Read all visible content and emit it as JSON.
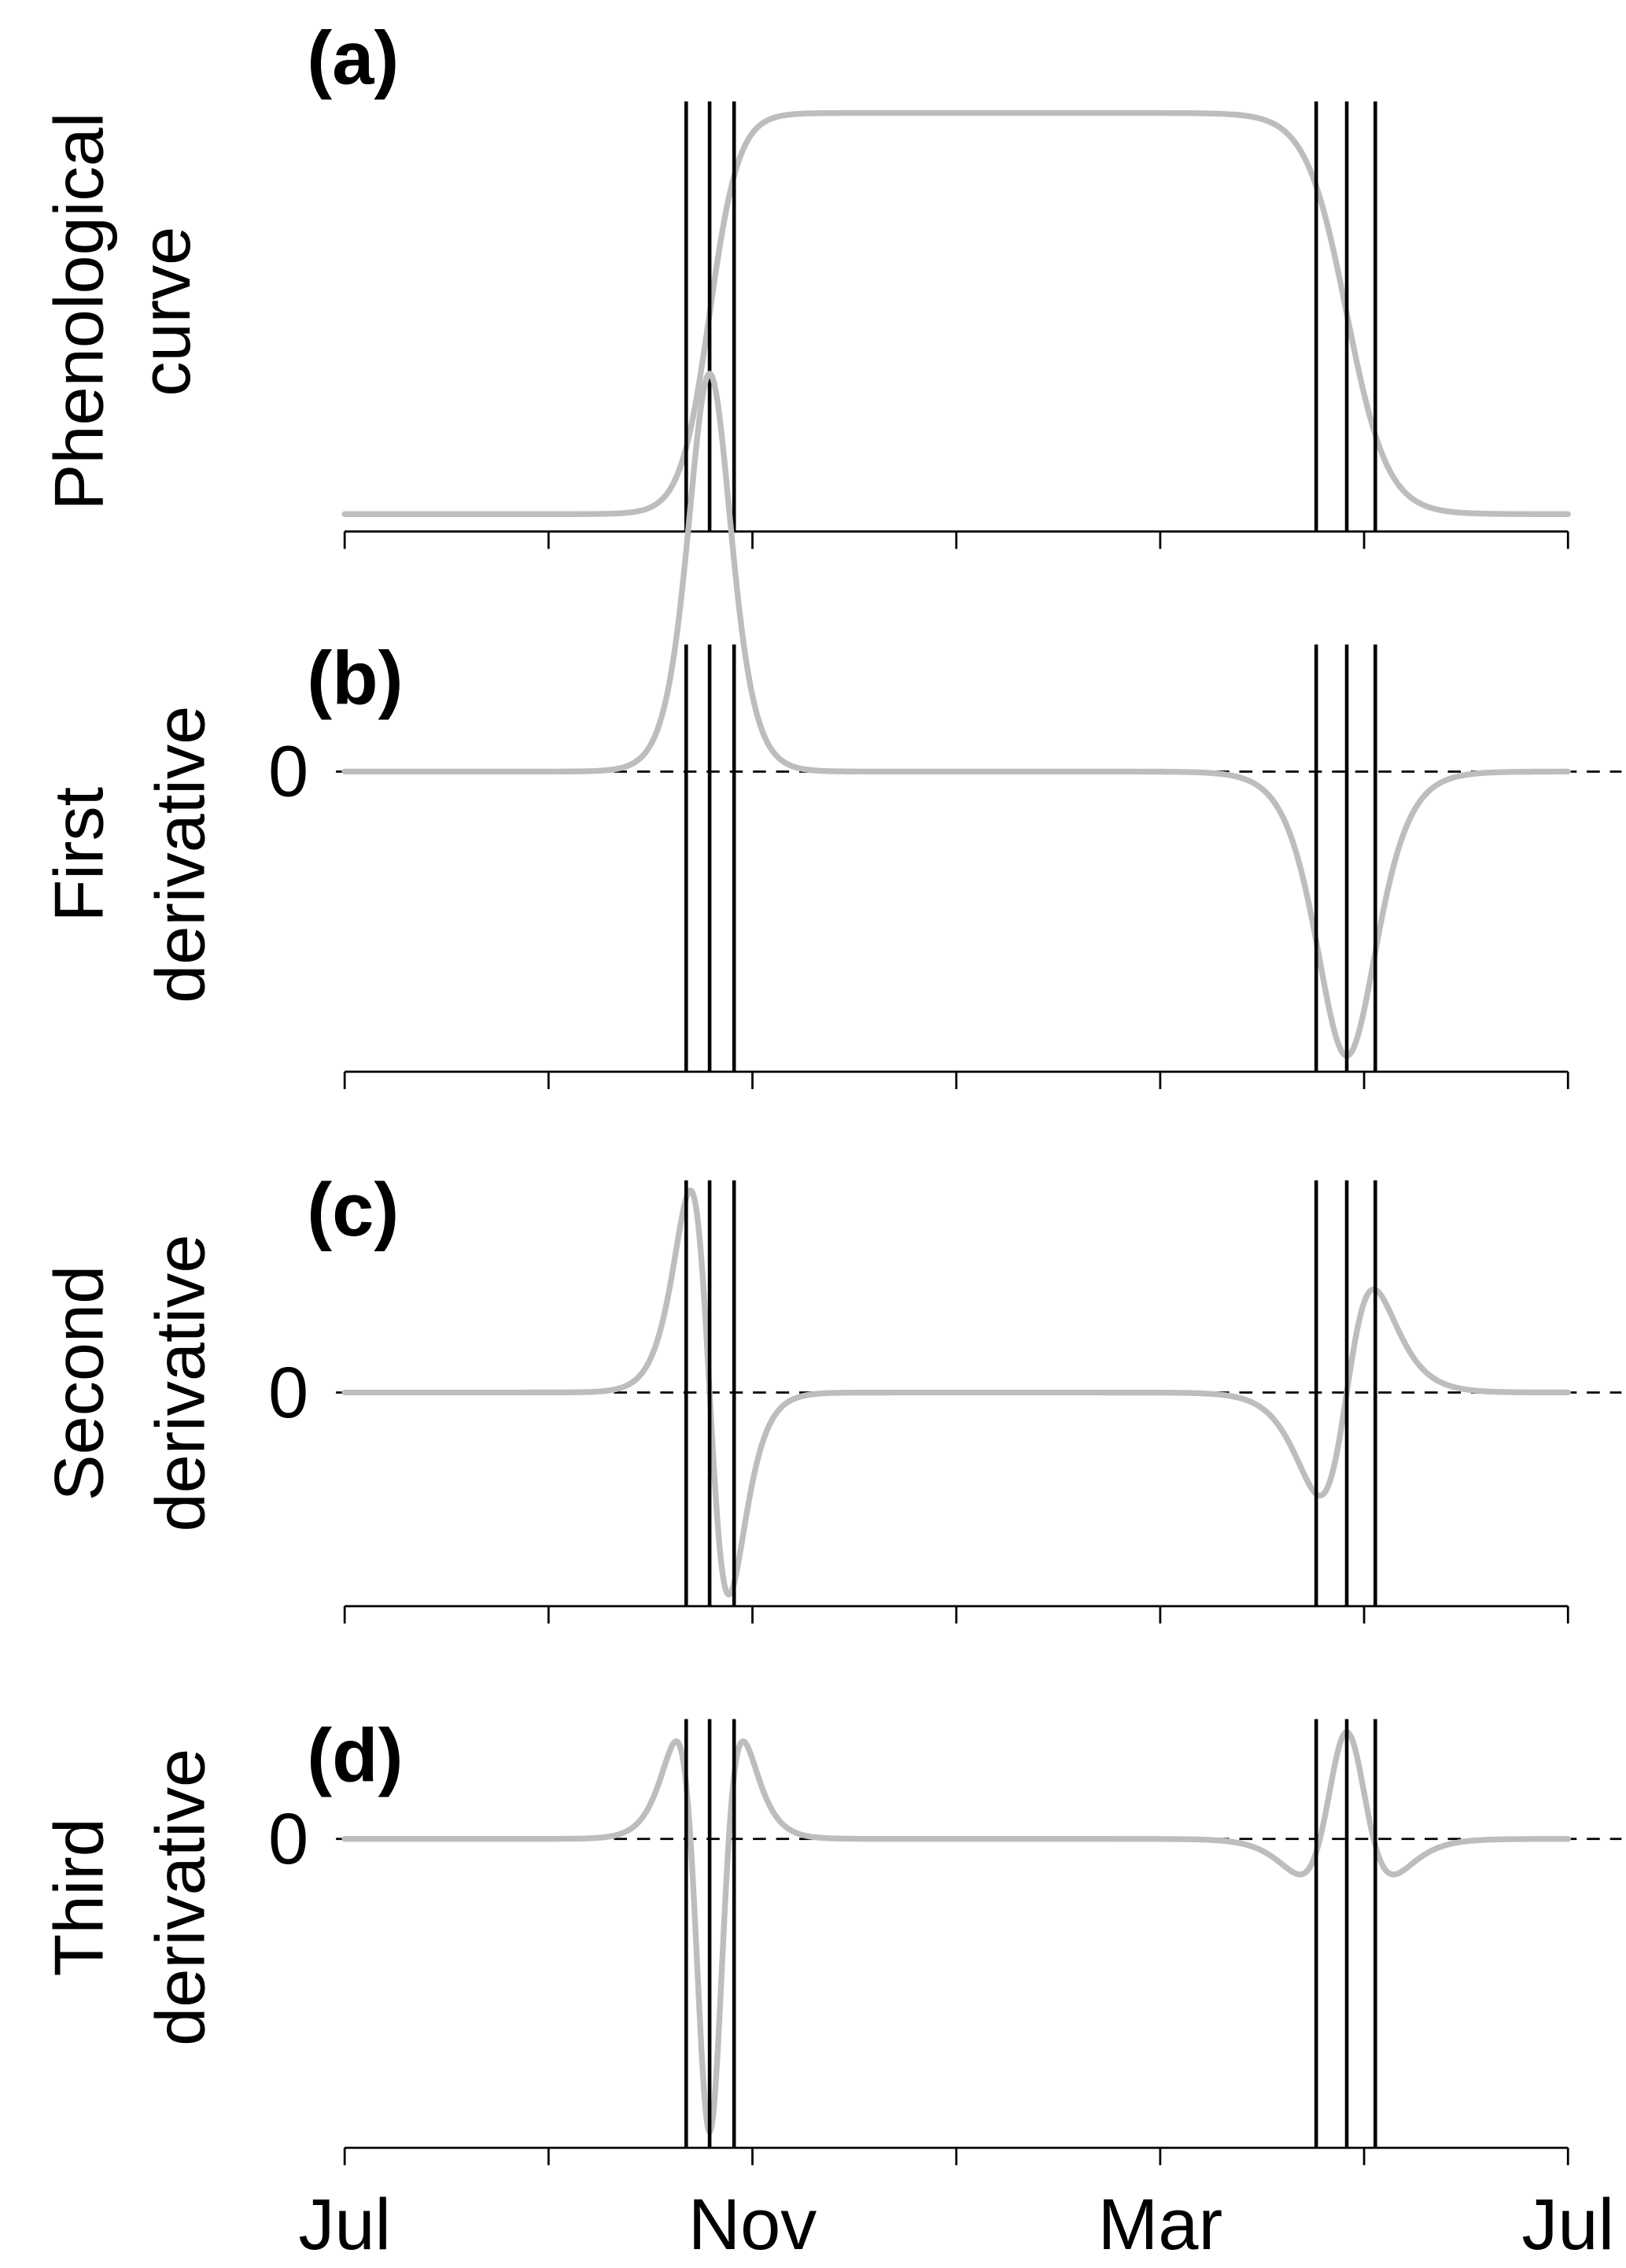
{
  "chart_data": {
    "type": "line",
    "xlabel": "",
    "x_range_months": [
      0,
      12
    ],
    "x_ticks_months": [
      0,
      2,
      4,
      6,
      8,
      10,
      12
    ],
    "x_tick_labels": [
      {
        "month": 0,
        "label": "Jul"
      },
      {
        "month": 4,
        "label": "Nov"
      },
      {
        "month": 8,
        "label": "Mar"
      },
      {
        "month": 12,
        "label": "Jul"
      }
    ],
    "model": {
      "kind": "double-logistic",
      "green_up_midpoint_month": 3.58,
      "green_up_rate": 7.0,
      "senescence_midpoint_month": 9.83,
      "senescence_rate": 5.0
    },
    "vertical_lines_months": [
      3.35,
      3.58,
      3.82,
      9.53,
      9.83,
      10.11
    ],
    "curve_color": "#bdbdbd",
    "line_color": "#000000",
    "panels": [
      {
        "letter": "(a)",
        "ylabel": [
          "Phenological",
          "curve"
        ],
        "derivative": 0,
        "zero_label": null
      },
      {
        "letter": "(b)",
        "ylabel": [
          "First",
          "derivative"
        ],
        "derivative": 1,
        "zero_label": "0"
      },
      {
        "letter": "(c)",
        "ylabel": [
          "Second",
          "derivative"
        ],
        "derivative": 2,
        "zero_label": "0"
      },
      {
        "letter": "(d)",
        "ylabel": [
          "Third",
          "derivative"
        ],
        "derivative": 3,
        "zero_label": "0"
      }
    ]
  }
}
